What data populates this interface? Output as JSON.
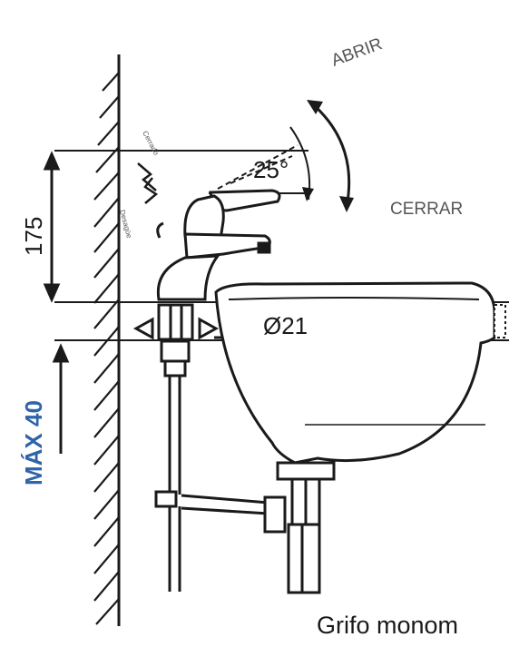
{
  "labels": {
    "open": "ABRIR",
    "close": "CERRAR",
    "angle": "25°",
    "height": "175",
    "diameter": "Ø21",
    "max": "MÁX 40",
    "caption": "Grifo monom",
    "lever_up_note": "Cerrado",
    "lever_down_note": "Desagüe"
  },
  "colors": {
    "line": "#1a1a1a",
    "max_label": "#2f64a8",
    "muted_label": "#555555"
  }
}
